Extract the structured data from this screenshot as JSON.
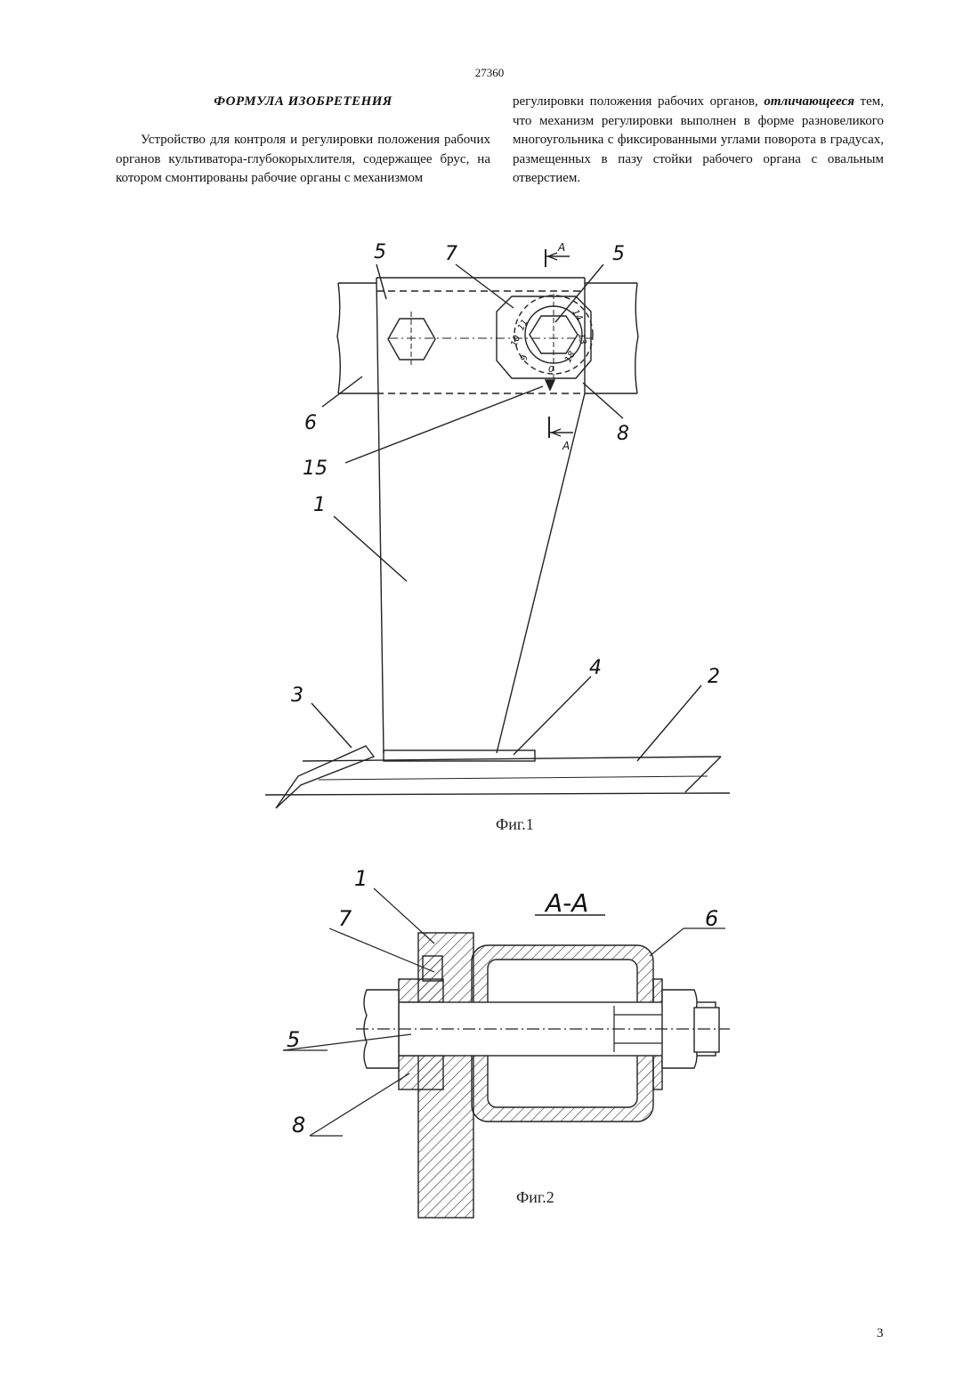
{
  "header": {
    "patent_number": "27360"
  },
  "claim": {
    "heading": "ФОРМУЛА ИЗОБРЕТЕНИЯ",
    "left_text": "Устройство для контроля и регулировки положения рабочих органов культиватора-глубокорыхлителя, содержащее брус, на котором смонтированы рабочие органы с механизмом",
    "right_text_1": "регулировки положения рабочих органов,",
    "right_emphasis": "отличающееся",
    "right_text_2": "тем, что механизм регулировки выполнен в форме разновеликого многоугольника с фиксированными углами поворота в градусах, размещенных в пазу стойки рабочего органа с овальным отверстием."
  },
  "figure1": {
    "caption": "Фиг.1",
    "section_mark": "A",
    "labels": {
      "stand": "1",
      "chisel": "2",
      "tip": "3",
      "plate": "4",
      "bolt_left": "5",
      "bolt_right": "5",
      "beam": "6",
      "polygon": "7",
      "washer": "8",
      "pointer": "15"
    },
    "scale_values": [
      "10",
      "11",
      "13",
      "14",
      "18",
      "9",
      "0"
    ]
  },
  "figure2": {
    "caption": "Фиг.2",
    "section_title": "A-A",
    "labels": {
      "stand": "1",
      "beam": "6",
      "polygon": "7",
      "bolt": "5",
      "washer": "8"
    }
  },
  "footer": {
    "page_number": "3"
  }
}
